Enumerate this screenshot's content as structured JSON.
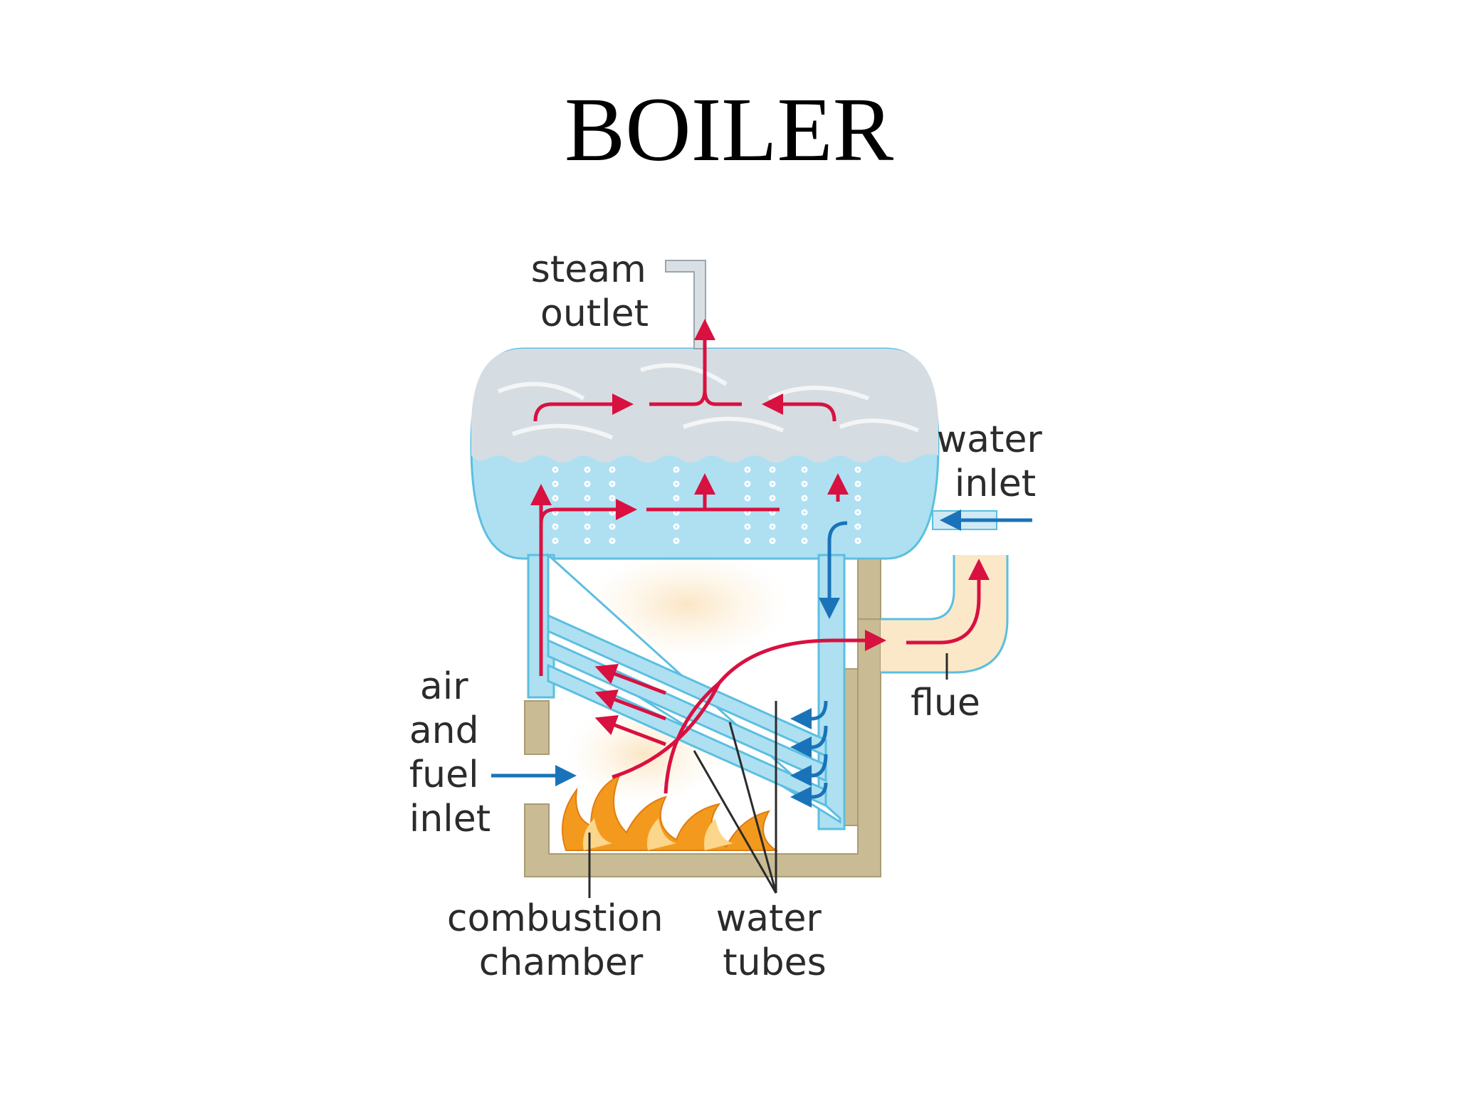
{
  "slide": {
    "title": "BOILER"
  },
  "labels": {
    "steam_outlet": [
      "steam",
      "outlet"
    ],
    "water_inlet": [
      "water",
      "inlet"
    ],
    "flue": "flue",
    "air_fuel_inlet": [
      "air",
      "and",
      "fuel",
      "inlet"
    ],
    "combustion_chamber": [
      "combustion",
      "chamber"
    ],
    "water_tubes": [
      "water",
      "tubes"
    ]
  },
  "colors": {
    "water": "#aee0f2",
    "water_outline": "#5bbfe0",
    "steam": "#d5dde2",
    "hot_flow": "#d81140",
    "cold_flow": "#1a73b8",
    "casing": "#c9bb93",
    "flame": "#f39a1e",
    "flue_gas": "#fbe8c8"
  }
}
